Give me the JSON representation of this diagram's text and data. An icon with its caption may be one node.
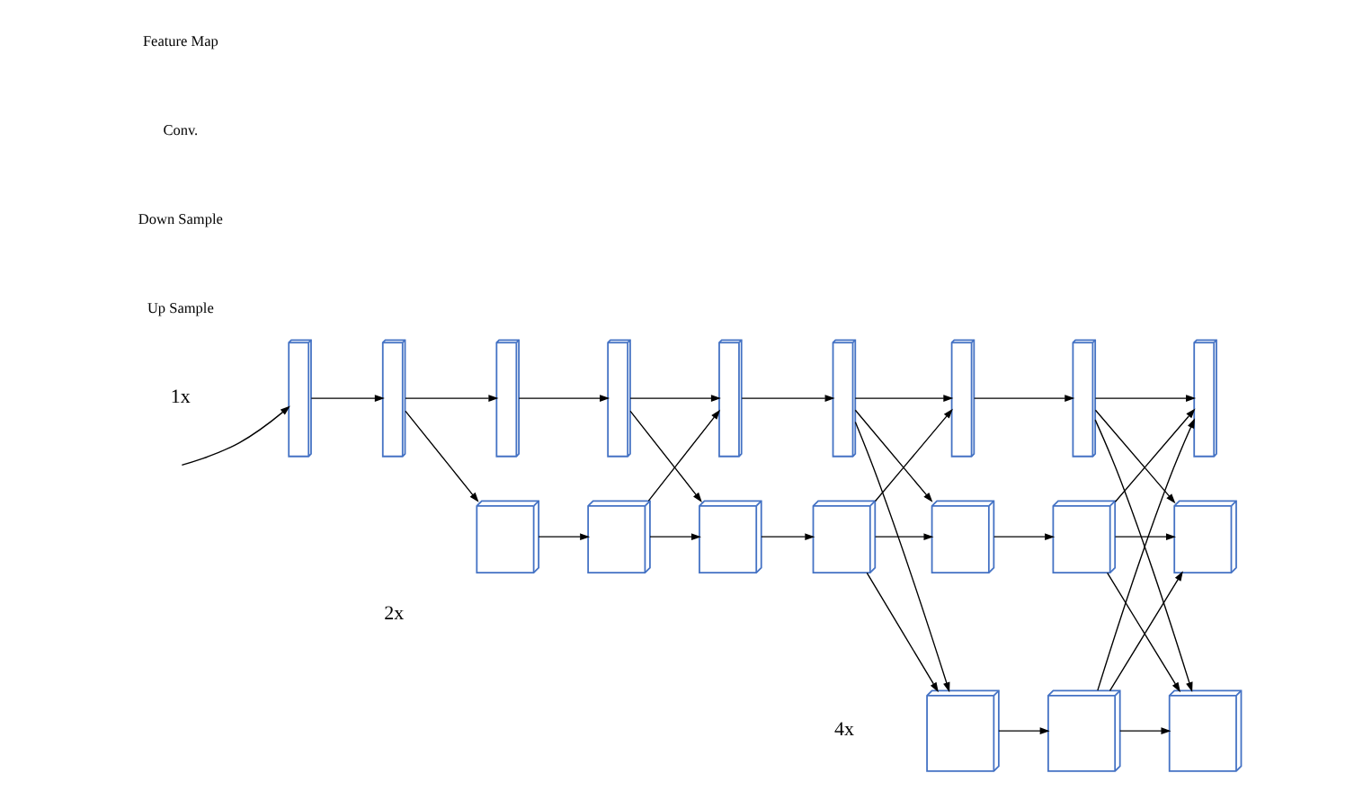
{
  "diagram": {
    "nodes": [
      {
        "text": [],
        "shape": "box"
      },
      {
        "text": [],
        "shape": "box"
      },
      {
        "text": [],
        "shape": "box"
      },
      {
        "text": [],
        "shape": "box"
      },
      {
        "text": [],
        "shape": "box"
      },
      {
        "text": [],
        "shape": "box"
      },
      {
        "text": [],
        "shape": "box"
      },
      {
        "text": [],
        "shape": "box"
      },
      {
        "text": [],
        "shape": "box"
      },
      {
        "text": [],
        "shape": "box"
      },
      {
        "text": [],
        "shape": "box"
      },
      {
        "text": [],
        "shape": "box"
      },
      {
        "text": [],
        "shape": "box"
      },
      {
        "text": [],
        "shape": "box"
      },
      {
        "text": [],
        "shape": "box"
      },
      {
        "text": [],
        "shape": "box"
      },
      {
        "text": [],
        "shape": "box"
      },
      {
        "text": [],
        "shape": "box"
      },
      {
        "text": [],
        "shape": "box"
      }
    ],
    "edges": [
      {
        "from": null,
        "to": 0,
        "arrow": "to"
      },
      {
        "from": 0,
        "to": 1,
        "arrow": "to"
      },
      {
        "from": 1,
        "to": 2,
        "arrow": "to"
      },
      {
        "from": 1,
        "to": 9,
        "arrow": "to"
      },
      {
        "from": 2,
        "to": 3,
        "arrow": "to"
      },
      {
        "from": 9,
        "to": 10,
        "arrow": "to"
      },
      {
        "from": 3,
        "to": 4,
        "arrow": "to"
      },
      {
        "from": 3,
        "to": 11,
        "arrow": "to"
      },
      {
        "from": 10,
        "to": 4,
        "arrow": "to"
      },
      {
        "from": 10,
        "to": 11,
        "arrow": "to"
      },
      {
        "from": 4,
        "to": 5,
        "arrow": "to"
      },
      {
        "from": 11,
        "to": 12,
        "arrow": "to"
      },
      {
        "from": 5,
        "to": 6,
        "arrow": "to"
      },
      {
        "from": 5,
        "to": 13,
        "arrow": "to"
      },
      {
        "from": 5,
        "to": 16,
        "arrow": "to"
      },
      {
        "from": 12,
        "to": 6,
        "arrow": "to"
      },
      {
        "from": 12,
        "to": 13,
        "arrow": "to"
      },
      {
        "from": 12,
        "to": 16,
        "arrow": "to"
      },
      {
        "from": 6,
        "to": 7,
        "arrow": "to"
      },
      {
        "from": 13,
        "to": 14,
        "arrow": "to"
      },
      {
        "from": 16,
        "to": 17,
        "arrow": "to"
      },
      {
        "from": 7,
        "to": 8,
        "arrow": "to"
      },
      {
        "from": 7,
        "to": 15,
        "arrow": "to"
      },
      {
        "from": 7,
        "to": 18,
        "arrow": "to"
      },
      {
        "from": 14,
        "to": 8,
        "arrow": "to"
      },
      {
        "from": 14,
        "to": 15,
        "arrow": "to"
      },
      {
        "from": 14,
        "to": 18,
        "arrow": "to"
      },
      {
        "from": 17,
        "to": 8,
        "arrow": "to"
      },
      {
        "from": 17,
        "to": 15,
        "arrow": "to"
      },
      {
        "from": 17,
        "to": 18,
        "arrow": "to"
      }
    ],
    "labels": [
      "1x",
      "2x",
      "4x"
    ],
    "legend": [
      {
        "text": "Feature Map"
      },
      {
        "text": "Conv."
      },
      {
        "text": "Down Sample"
      },
      {
        "text": "Up Sample"
      }
    ]
  }
}
